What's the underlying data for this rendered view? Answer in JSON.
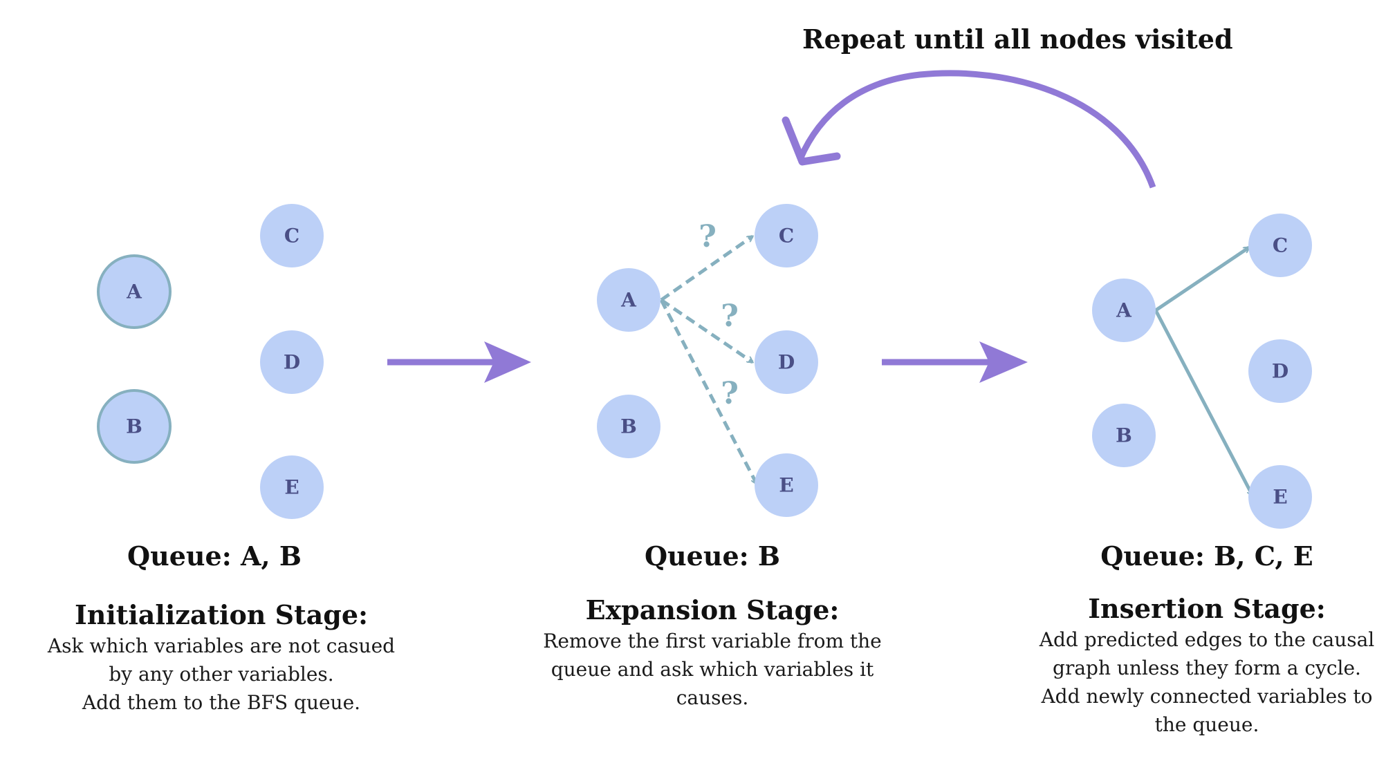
{
  "loop_label": "Repeat until all nodes visited",
  "panels": [
    {
      "nodes": [
        "A",
        "B",
        "C",
        "D",
        "E"
      ],
      "queue": "Queue: A, B",
      "stage": "Initialization Stage:",
      "description": [
        "Ask which variables are not casued",
        "by any other variables.",
        "Add them to the BFS queue."
      ]
    },
    {
      "nodes": [
        "A",
        "B",
        "C",
        "D",
        "E"
      ],
      "queue": "Queue: B",
      "stage": "Expansion Stage:",
      "question_mark": "?",
      "description": [
        "Remove the first variable from the",
        "queue and ask which variables it",
        "causes."
      ]
    },
    {
      "nodes": [
        "A",
        "B",
        "C",
        "D",
        "E"
      ],
      "queue": "Queue: B, C, E",
      "stage": "Insertion Stage:",
      "description": [
        "Add predicted edges to the causal",
        "graph unless they form a cycle.",
        "Add newly connected variables to",
        "the queue."
      ]
    }
  ],
  "colors": {
    "node_fill": "#bcd0f7",
    "node_text": "#4a4f86",
    "edge": "#86b0bf",
    "flow_arrow": "#9079d6"
  }
}
